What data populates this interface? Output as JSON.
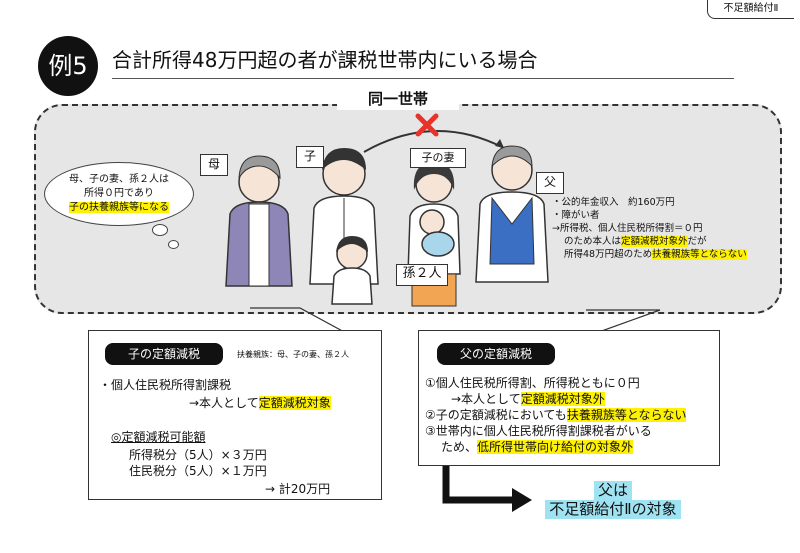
{
  "corner_tag": "不足額給付Ⅱ",
  "badge": "例5",
  "title": "合計所得48万円超の者が課税世帯内にいる場合",
  "household_label": "同一世帯",
  "thought": {
    "line1": "母、子の妻、孫２人は",
    "line2": "所得０円であり",
    "line3": "子の扶養親族等になる"
  },
  "people": {
    "mother": "母",
    "child": "子",
    "child_wife": "子の妻",
    "father": "父",
    "grandchildren": "孫２人"
  },
  "father_notes": {
    "line1": "・公的年金収入　約160万円",
    "line2": "・障がい者",
    "line3": "→所得税、個人住民税所得割＝０円",
    "line4a": "のため本人は",
    "line4b": "定額減税対象外",
    "line4c": "だが",
    "line5a": "所得48万円超のため",
    "line5b": "扶養親族等とならない"
  },
  "child_panel": {
    "heading": "子の定額減税",
    "dependents_note": "扶養親族：母、子の妻、孫２人",
    "line1": "・個人住民税所得割課税",
    "line2a": "→本人として",
    "line2b": "定額減税対象",
    "subheading": "◎定額減税可能額",
    "line3": "所得税分（5人）×３万円",
    "line4": "住民税分（5人）×１万円",
    "line5": "→ 計20万円"
  },
  "father_panel": {
    "heading": "父の定額減税",
    "line1": "①個人住民税所得割、所得税ともに０円",
    "line2a": "→本人として",
    "line2b": "定額減税対象外",
    "line3a": "②子の定額減税においても",
    "line3b": "扶養親族等とならない",
    "line4": "③世帯内に個人住民税所得割課税者がいる",
    "line5a": "ため、",
    "line5b": "低所得世帯向け給付の対象外"
  },
  "result": {
    "line1": "父は",
    "line2": "不足額給付Ⅱの対象"
  },
  "colors": {
    "highlight": "#fff200",
    "result_bg": "#9fe3f2",
    "household_bg": "#e6e6e6",
    "cross": "#e8332a",
    "mother_cardigan": "#8f86b8",
    "father_vest": "#3b6fc4",
    "wife_top": "#f2a654"
  }
}
